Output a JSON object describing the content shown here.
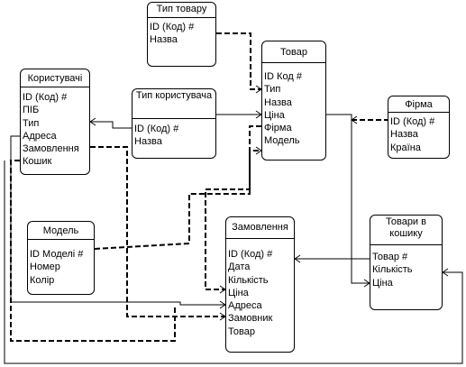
{
  "entities": {
    "typ_tovaru": {
      "title": "Тип товару",
      "attributes": [
        "ID (Код) #",
        "Назва"
      ]
    },
    "tovar": {
      "title": "Товар",
      "attributes": [
        "ID Код #",
        "Тип",
        "Назва",
        "Ціна",
        "Фірма",
        "Модель"
      ]
    },
    "korystuvachi": {
      "title": "Користувачі",
      "attributes": [
        "ID (Код) #",
        "ПІБ",
        "Тип",
        "Адреса",
        "Замовлення",
        "Кошик"
      ]
    },
    "typ_korystuvacha": {
      "title": "Тип користувача",
      "attributes": [
        "ID (Код) #",
        "Назва"
      ]
    },
    "firma": {
      "title": "Фірма",
      "attributes": [
        "ID (Код) #",
        "Назва",
        "Країна"
      ]
    },
    "model": {
      "title": "Модель",
      "attributes": [
        "ID Моделі #",
        "Номер",
        "Колір"
      ]
    },
    "zamovlennia": {
      "title": "Замовлення",
      "attributes": [
        "ID (Код) #",
        "Дата",
        "Кількість",
        "Ціна",
        "Адреса",
        "Замовник",
        "Товар"
      ]
    },
    "tovary_v_koshyku": {
      "title": "Товари в кошику",
      "attributes": [
        "Товар #",
        "Кількість",
        "Ціна"
      ]
    }
  }
}
